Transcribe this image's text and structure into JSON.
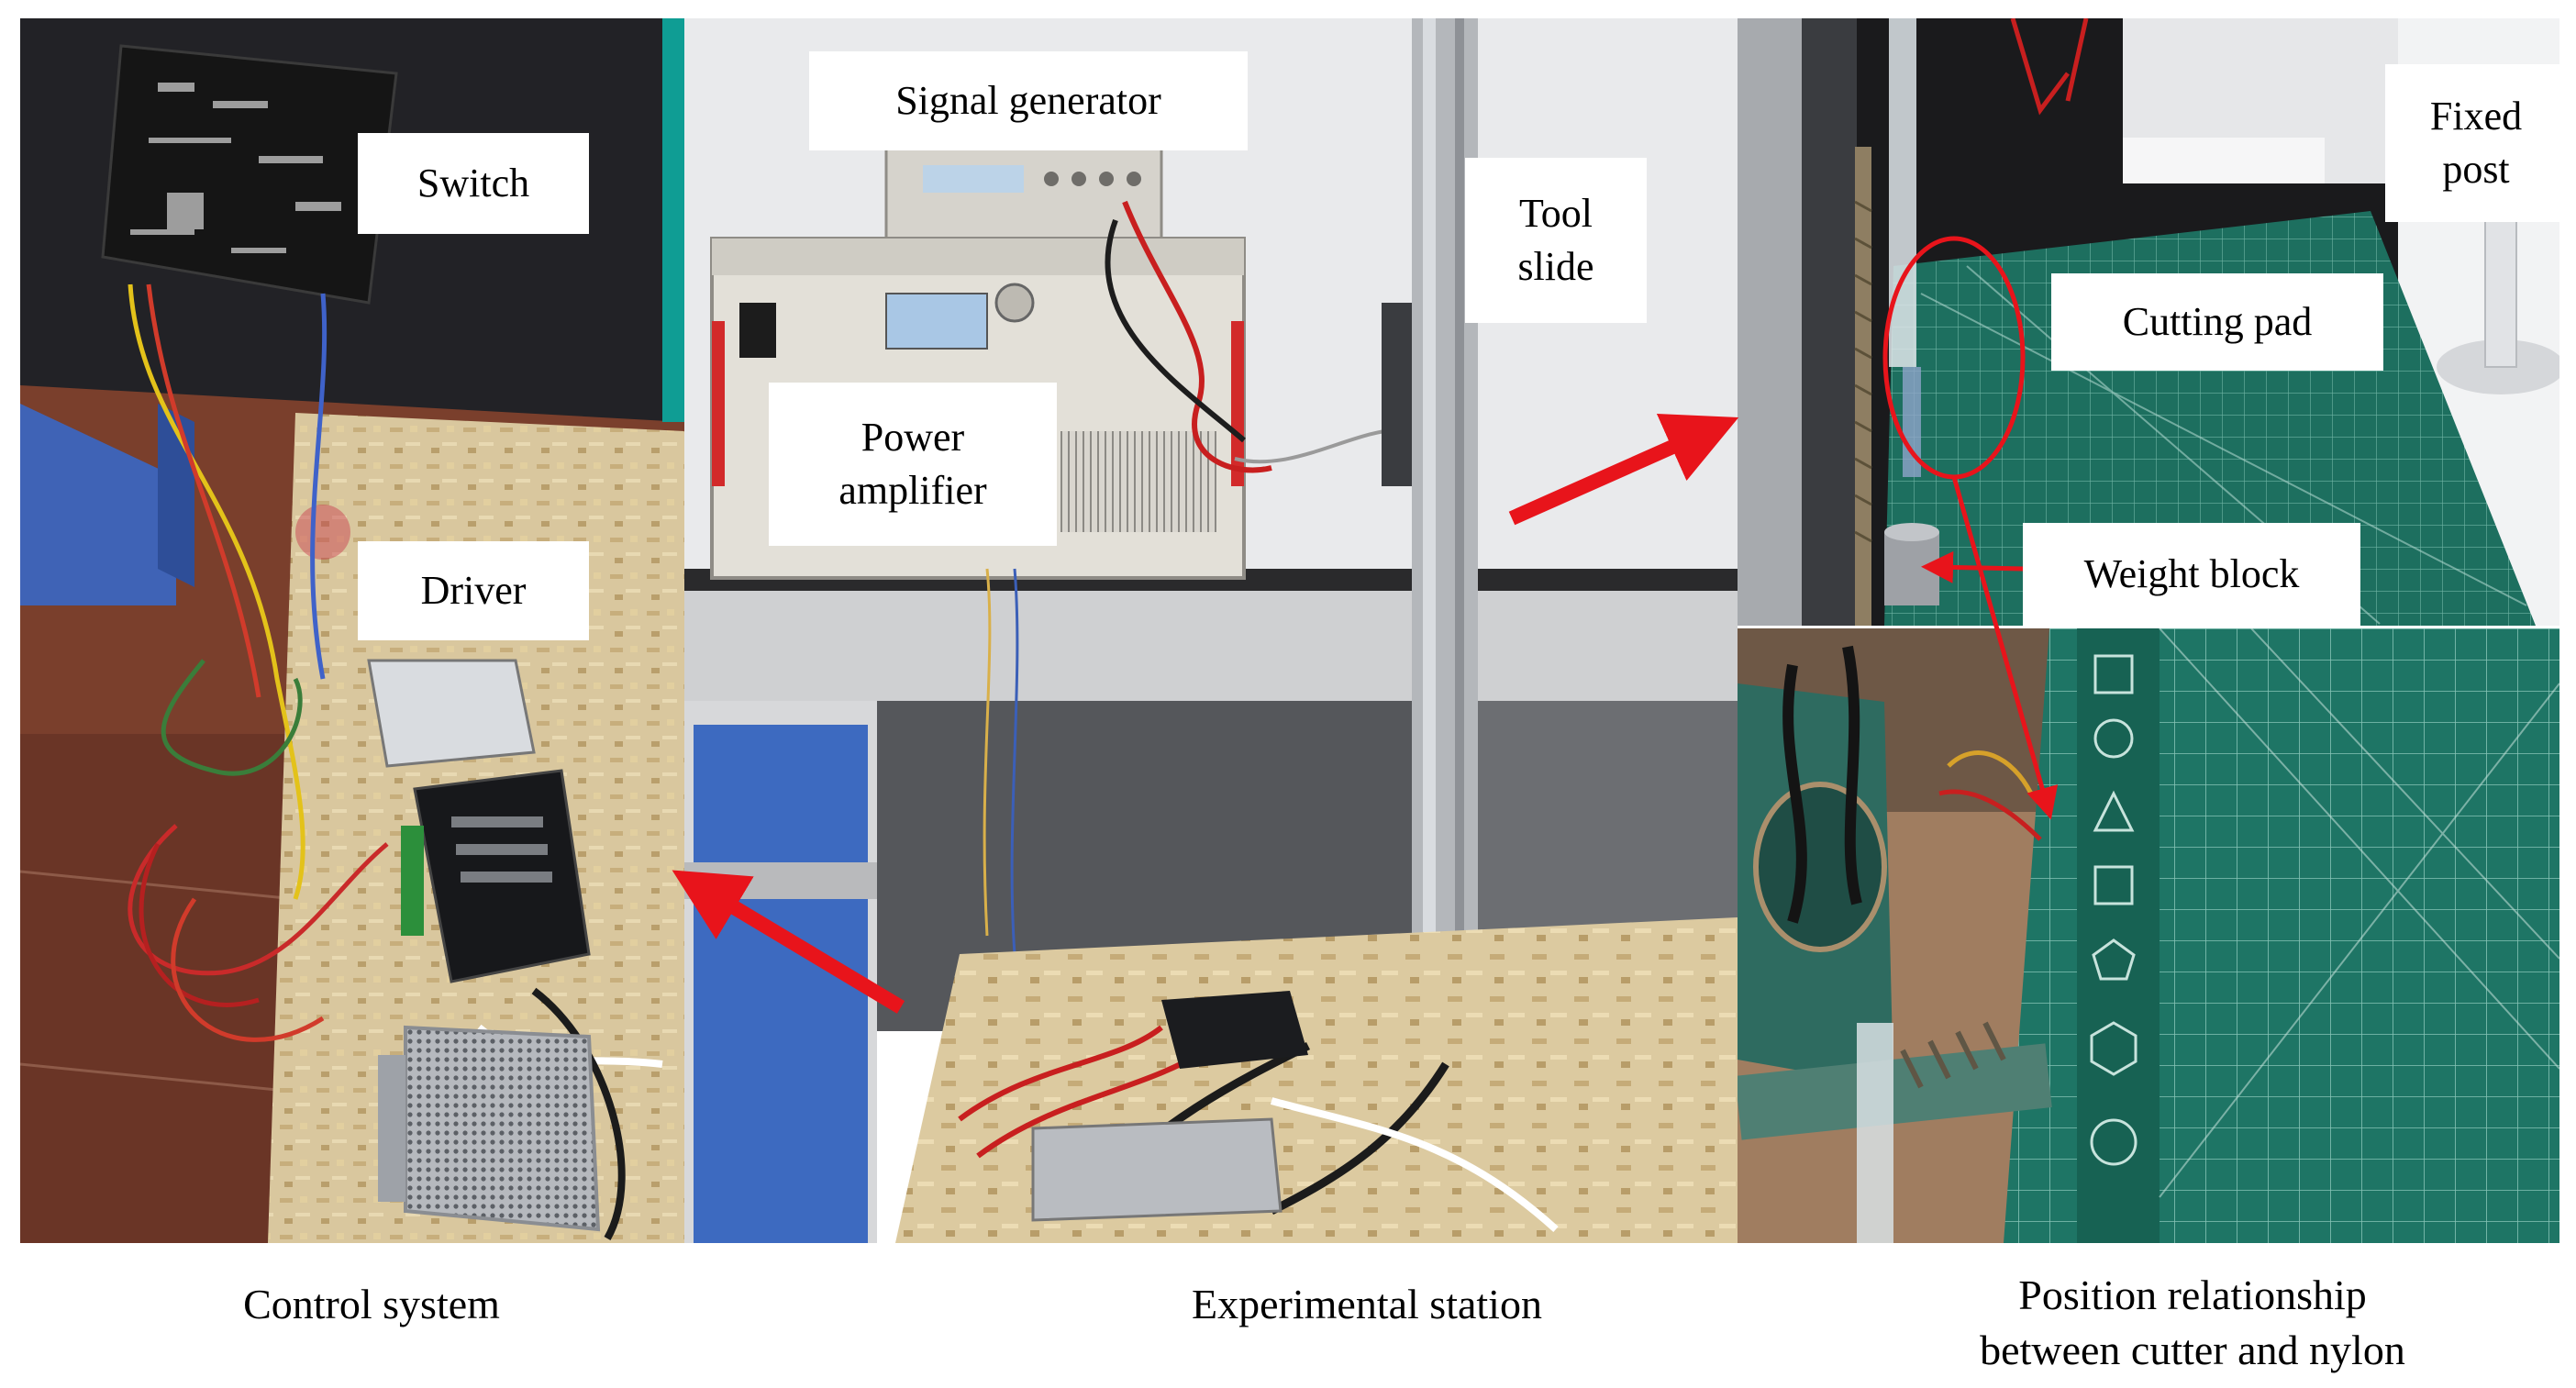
{
  "panels": {
    "control": {
      "labels": {
        "switch": "Switch",
        "driver": "Driver"
      },
      "caption": "Control system"
    },
    "station": {
      "labels": {
        "signal_generator": "Signal generator",
        "power_amplifier": "Power\namplifier",
        "tool_slide": "Tool\nslide"
      },
      "caption": "Experimental station"
    },
    "position": {
      "labels": {
        "fixed_post": "Fixed\npost",
        "cutting_pad": "Cutting pad",
        "weight_block": "Weight block"
      },
      "caption": "Position relationship\nbetween cutter and nylon"
    }
  },
  "colors": {
    "arrow": "#e8141b",
    "mat": "#1d6f5f",
    "board": "#d8c49a",
    "dark": "#1e1e22",
    "cabinet": "#4a78c4"
  }
}
